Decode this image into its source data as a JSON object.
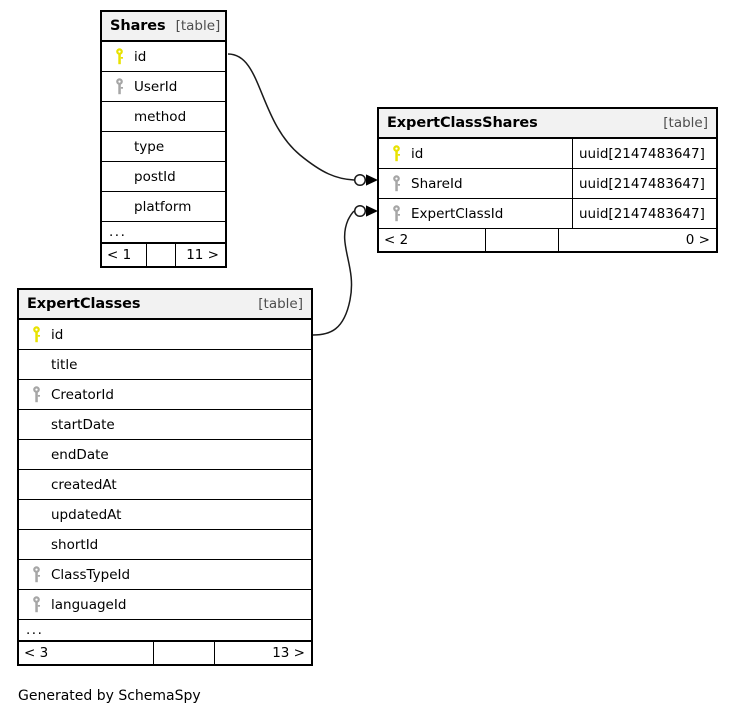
{
  "diagram": {
    "generator_note": "Generated by SchemaSpy",
    "table_tag": "[table]"
  },
  "tables": {
    "shares": {
      "name": "Shares",
      "tag": "[table]",
      "columns": [
        {
          "name": "id",
          "key": "primary"
        },
        {
          "name": "UserId",
          "key": "foreign"
        },
        {
          "name": "method",
          "key": "none"
        },
        {
          "name": "type",
          "key": "none"
        },
        {
          "name": "postId",
          "key": "none"
        },
        {
          "name": "platform",
          "key": "none"
        }
      ],
      "more_indicator": "...",
      "footer": {
        "left": "< 1",
        "middle": "",
        "right": "11 >"
      }
    },
    "expert_class_shares": {
      "name": "ExpertClassShares",
      "tag": "[table]",
      "columns": [
        {
          "name": "id",
          "key": "primary",
          "type": "uuid[2147483647]"
        },
        {
          "name": "ShareId",
          "key": "foreign",
          "type": "uuid[2147483647]"
        },
        {
          "name": "ExpertClassId",
          "key": "foreign",
          "type": "uuid[2147483647]"
        }
      ],
      "footer": {
        "left": "< 2",
        "middle": "",
        "right": "0 >"
      }
    },
    "expert_classes": {
      "name": "ExpertClasses",
      "tag": "[table]",
      "columns": [
        {
          "name": "id",
          "key": "primary"
        },
        {
          "name": "title",
          "key": "none"
        },
        {
          "name": "CreatorId",
          "key": "foreign"
        },
        {
          "name": "startDate",
          "key": "none"
        },
        {
          "name": "endDate",
          "key": "none"
        },
        {
          "name": "createdAt",
          "key": "none"
        },
        {
          "name": "updatedAt",
          "key": "none"
        },
        {
          "name": "shortId",
          "key": "none"
        },
        {
          "name": "ClassTypeId",
          "key": "foreign"
        },
        {
          "name": "languageId",
          "key": "foreign"
        }
      ],
      "more_indicator": "...",
      "footer": {
        "left": "< 3",
        "middle": "",
        "right": "13 >"
      }
    }
  },
  "relationships": [
    {
      "from": "shares.id",
      "to": "expert_class_shares.ShareId"
    },
    {
      "from": "expert_classes.id",
      "to": "expert_class_shares.ExpertClassId"
    }
  ],
  "colors": {
    "primary_key": "#e8e200",
    "foreign_key": "#a6a6a6",
    "header_bg": "#f2f2f2",
    "border": "#000000",
    "tag_text": "#4d4d4d",
    "edge": "#1a1a1a"
  }
}
